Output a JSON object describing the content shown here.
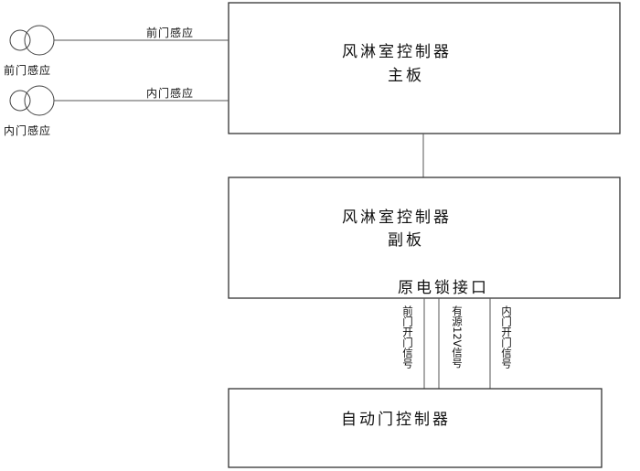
{
  "main_board": {
    "line1": "风淋室控制器",
    "line2": "主板"
  },
  "wires_to_main": [
    {
      "sensor_label": "前门感应",
      "wire_label": "前门感应"
    },
    {
      "sensor_label": "内门感应",
      "wire_label": "内门感应"
    }
  ],
  "sub_board": {
    "line1": "风淋室控制器",
    "line2": "副板",
    "interface": "原电锁接口"
  },
  "signals": [
    {
      "label": "前门开门信号"
    },
    {
      "label": "有源12V信号"
    },
    {
      "label": "内门开门信号"
    }
  ],
  "auto_door": {
    "label": "自动门控制器"
  }
}
